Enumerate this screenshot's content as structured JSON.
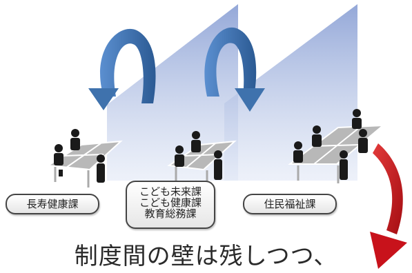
{
  "departments": [
    {
      "lines": [
        "長寿健康課"
      ]
    },
    {
      "lines": [
        "こども未来課",
        "こども健康課",
        "教育総務課"
      ]
    },
    {
      "lines": [
        "住民福祉課"
      ]
    }
  ],
  "caption": "制度間の壁は残しつつ、",
  "colors": {
    "wall": "#9fb2dd",
    "arrow_blue": "#3f72ad",
    "arrow_red": "#c8121b",
    "table": "#9a9a9a",
    "person": "#1a1a1a"
  },
  "icons": [
    "curved-arrow-icon",
    "curved-arrow-icon",
    "red-curved-arrow-icon",
    "person-icon",
    "meeting-table-icon"
  ]
}
